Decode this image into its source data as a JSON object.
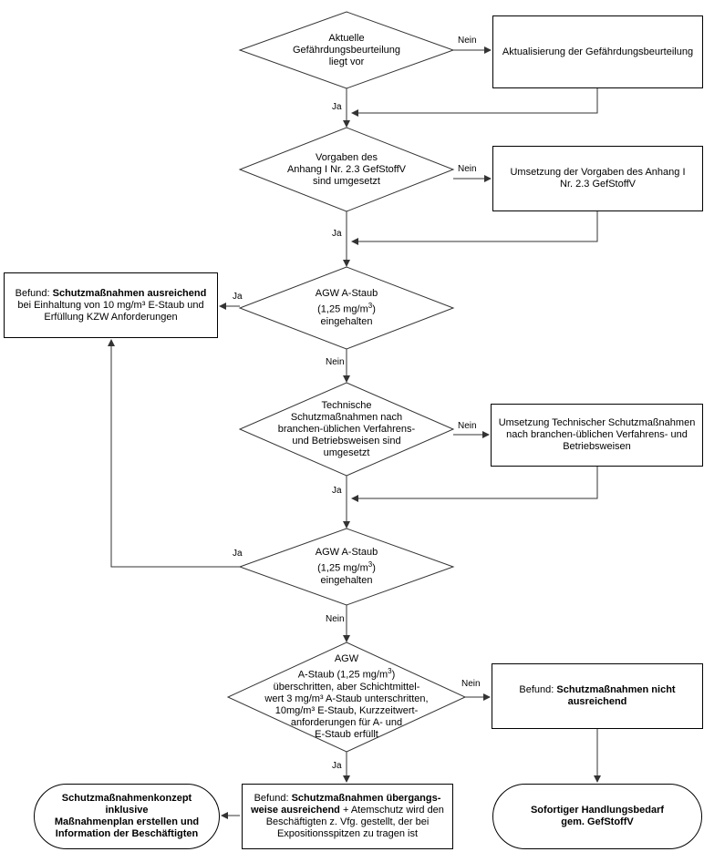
{
  "decisions": {
    "d1": {
      "line1": "Aktuelle",
      "line2": "Gefährdungsbeurteilung",
      "line3": "liegt vor"
    },
    "d2": {
      "line1": "Vorgaben des",
      "line2": "Anhang I Nr. 2.3 GefStoffV",
      "line3": "sind umgesetzt"
    },
    "d3": {
      "line1": "AGW A-Staub",
      "line2": "(1,25 mg/m",
      "sup": "3",
      "line2_end": ")",
      "line3": "eingehalten"
    },
    "d4": {
      "line1": "Technische",
      "line2": "Schutzmaßnahmen nach",
      "line3": "branchen-üblichen Verfahrens-",
      "line4": "und Betriebsweisen sind",
      "line5": "umgesetzt"
    },
    "d5": {
      "line1": "AGW A-Staub",
      "line2": "(1,25 mg/m",
      "sup": "3",
      "line2_end": ")",
      "line3": "eingehalten"
    },
    "d6": {
      "line1": "AGW",
      "line2": "A-Staub (1,25 mg/m",
      "sup": "3",
      "line2_end": ")",
      "line3": "überschritten, aber Schichtmittel-",
      "line4": "wert 3 mg/m³ A-Staub unterschritten,",
      "line5": "10mg/m³ E-Staub, Kurzzeitwert-",
      "line6": "anforderungen für A- und",
      "line7": "E-Staub erfüllt"
    }
  },
  "boxes": {
    "b1": "Aktualisierung der Gefährdungsbeurteilung",
    "b2": {
      "line1": "Umsetzung der Vorgaben des Anhang I",
      "line2": "Nr. 2.3 GefStoffV"
    },
    "b3": {
      "prefix": "Befund: ",
      "bold": "Schutzmaßnahmen ausreichend",
      "line2": "bei Einhaltung von 10 mg/m³ E-Staub und",
      "line3": "Erfüllung KZW Anforderungen"
    },
    "b4": {
      "line1": "Umsetzung Technischer Schutzmaßnahmen",
      "line2": "nach branchen-üblichen Verfahrens- und",
      "line3": "Betriebsweisen"
    },
    "b5": {
      "prefix": "Befund: ",
      "bold": "Schutzmaßnahmen nicht ausreichend"
    },
    "b6": {
      "prefix": "Befund: ",
      "bold1": "Schutzmaßnahmen übergangs-",
      "bold2": "weise ausreichend",
      "rest1": " + Atemschutz wird den",
      "line3": "Beschäftigten z. Vfg. gestellt, der bei",
      "line4": "Expositionsspitzen zu tragen ist"
    }
  },
  "terminals": {
    "t1": {
      "line1": "Schutzmaßnahmenkonzept",
      "line2": "inklusive",
      "line3": "Maßnahmenplan erstellen und",
      "line4": "Information der Beschäftigten"
    },
    "t2": {
      "line1": "Sofortiger Handlungsbedarf",
      "line2": "gem. GefStoffV"
    }
  },
  "labels": {
    "nein1": "Nein",
    "ja1": "Ja",
    "nein2": "Nein",
    "ja2": "Ja",
    "ja3": "Ja",
    "nein3": "Nein",
    "nein4": "Nein",
    "ja4": "Ja",
    "ja5": "Ja",
    "nein5": "Nein",
    "nein6": "Nein",
    "ja6": "Ja"
  }
}
